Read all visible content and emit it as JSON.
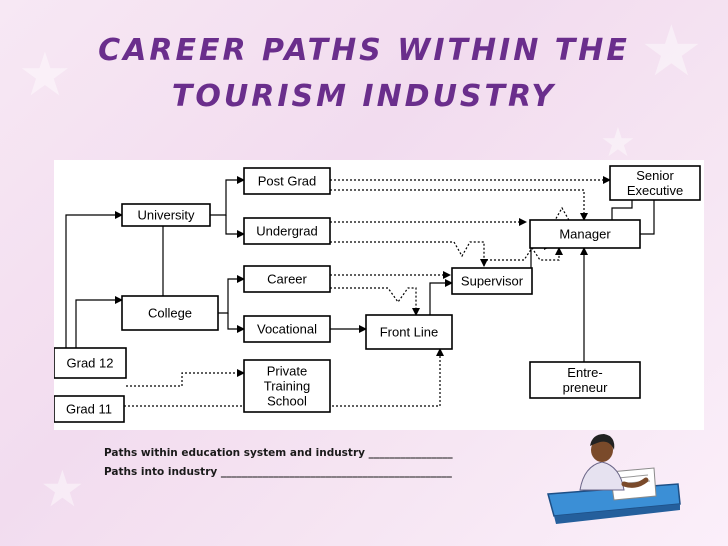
{
  "title": {
    "line1": "CAREER PATHS WITHIN THE",
    "line2": "TOURISM INDUSTRY"
  },
  "diagram": {
    "nodes": {
      "university": [
        "University"
      ],
      "college": [
        "College"
      ],
      "grad12": [
        "Grad 12"
      ],
      "grad11": [
        "Grad 11"
      ],
      "post_grad": [
        "Post Grad"
      ],
      "undergrad": [
        "Undergrad"
      ],
      "career": [
        "Career"
      ],
      "vocational": [
        "Vocational"
      ],
      "private_training": [
        "Private",
        "Training",
        "School"
      ],
      "front_line": [
        "Front Line"
      ],
      "supervisor": [
        "Supervisor"
      ],
      "manager": [
        "Manager"
      ],
      "senior_executive": [
        "Senior",
        "Executive"
      ],
      "entrepreneur": [
        "Entre-",
        "preneur"
      ]
    }
  },
  "legend": {
    "education_paths": "Paths within education system and industry ________________",
    "industry_paths": "Paths into industry ____________________________________________"
  }
}
